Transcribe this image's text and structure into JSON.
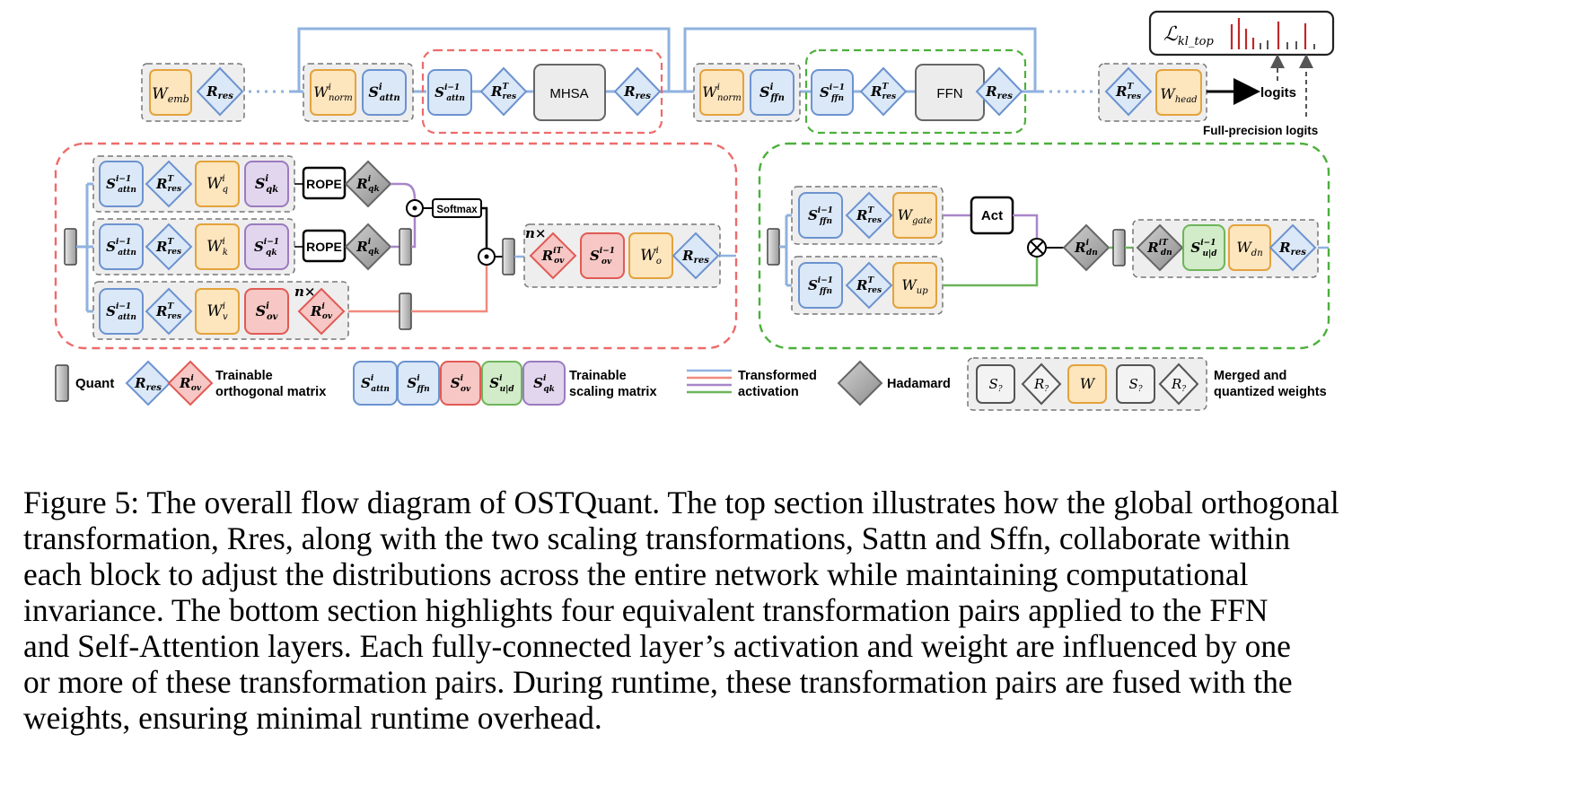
{
  "top": {
    "w_emb": "Wemb",
    "r_res": "Rres",
    "w_norm": "Wⁱnorm",
    "s_attn": "Sⁱattn",
    "s_attn_prev": "Sⁱ⁻¹attn",
    "r_res_t": "Rᵀres",
    "mhsa": "MHSA",
    "s_ffn": "Sⁱffn",
    "s_ffn_prev": "Sⁱ⁻¹ffn",
    "ffn": "FFN",
    "w_head": "Whead",
    "logits": "logits",
    "full_precision_logits": "Full-precision logits",
    "loss": "ℒkl_top"
  },
  "attn": {
    "w_q": "Wⁱq",
    "w_k": "Wⁱk",
    "w_v": "Wⁱv",
    "w_o": "Wⁱo",
    "s_qk": "Sⁱqk",
    "s_qk_inv": "Sⁱ⁻¹qk",
    "s_ov": "Sⁱov",
    "s_ov_inv": "Sⁱ⁻¹ov",
    "r_qk": "Rⁱqk",
    "r_ov": "Rⁱov",
    "r_ov_t": "Rⁱᵀov",
    "rope": "ROPE",
    "softmax": "Softmax",
    "n_times": "n×"
  },
  "ffn_block": {
    "w_gate": "Wgate",
    "w_up": "Wup",
    "w_dn": "Wdn",
    "act": "Act",
    "r_dn": "Rⁱdn",
    "r_dn_t": "Rⁱᵀdn",
    "s_ud": "Sⁱ⁻¹u|d"
  },
  "legend": {
    "quant": "Quant",
    "trainable_orth_1": "Trainable",
    "trainable_orth_2": "orthogonal matrix",
    "trainable_scale_1": "Trainable",
    "trainable_scale_2": "scaling matrix",
    "transformed_1": "Transformed",
    "transformed_2": "activation",
    "hadamard": "Hadamard",
    "merged_1": "Merged and",
    "merged_2": "quantized weights",
    "r_res": "Rres",
    "r_ov": "Rⁱov",
    "s_attn": "Sⁱattn",
    "s_ffn": "Sⁱffn",
    "s_ov": "Sⁱov",
    "s_ud": "Sⁱu|d",
    "s_qk": "Sⁱqk",
    "s_q": "S?",
    "r_q": "R?",
    "w": "W"
  },
  "caption": {
    "line1": "Figure 5: The overall flow diagram of OSTQuant. The top section illustrates how the global orthogonal",
    "line2": "transformation, Rres, along with the two scaling transformations, Sattn and Sffn, collaborate within",
    "line3": "each block to adjust the distributions across the entire network while maintaining computational",
    "line4": "invariance. The bottom section highlights four equivalent transformation pairs applied to the FFN",
    "line5": "and Self-Attention layers. Each fully-connected layer’s activation and weight are influenced by one",
    "line6": "or more of these transformation pairs. During runtime, these transformation pairs are fused with the",
    "line7": "weights, ensuring minimal runtime overhead."
  },
  "colors": {
    "blue_fill": "#dbe8f8",
    "blue_stroke": "#6c93cf",
    "orange_fill": "#fde5bd",
    "orange_stroke": "#e3a33c",
    "red_fill": "#f6c7c4",
    "red_stroke": "#e05a55",
    "green_fill": "#d2ebc8",
    "green_stroke": "#6db55a",
    "purple_fill": "#e2d6ee",
    "purple_stroke": "#9b7bbf",
    "gray_fill": "#a6a6a6",
    "red_dash": "#ee6b6b",
    "green_dash": "#4caf3c"
  }
}
